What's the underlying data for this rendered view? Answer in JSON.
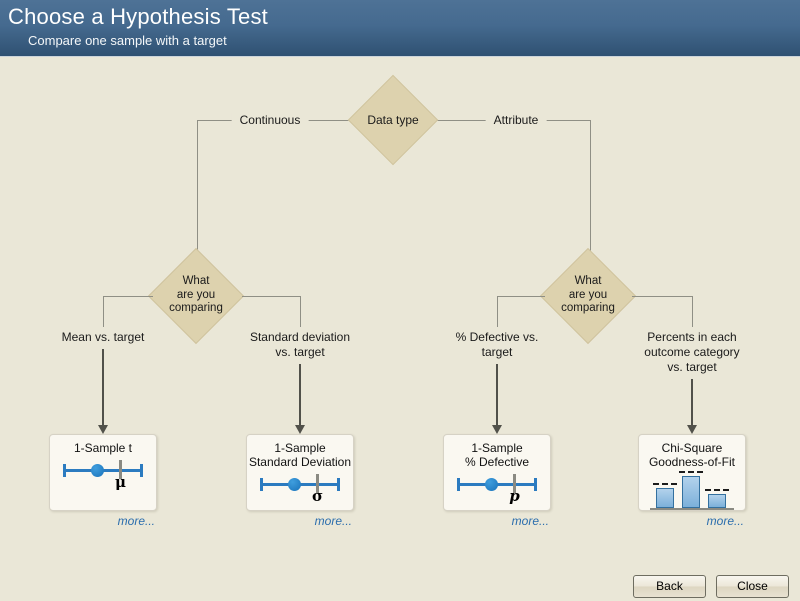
{
  "header": {
    "title": "Choose a Hypothesis Test",
    "subtitle": "Compare one sample with a target"
  },
  "tree": {
    "root_label": "Data type",
    "branch_labels": {
      "left": "Continuous",
      "right": "Attribute"
    },
    "decisions": [
      {
        "label": "What\nare you\ncomparing"
      },
      {
        "label": "What\nare you\ncomparing"
      }
    ],
    "more_label": "more...",
    "options": [
      {
        "label": "Mean vs. target",
        "card_title": "1-Sample t",
        "symbol": "μ",
        "icon": "interval-plot-icon"
      },
      {
        "label": "Standard deviation\nvs. target",
        "card_title": "1-Sample\nStandard Deviation",
        "symbol": "σ",
        "icon": "interval-plot-icon"
      },
      {
        "label": "% Defective vs.\ntarget",
        "card_title": "1-Sample\n% Defective",
        "symbol": "p",
        "icon": "interval-plot-icon"
      },
      {
        "label": "Percents in each\noutcome category\nvs. target",
        "card_title": "Chi-Square\nGoodness-of-Fit",
        "symbol": "",
        "icon": "bars-with-target-dashes-icon"
      }
    ]
  },
  "footer": {
    "back_label": "Back",
    "close_label": "Close"
  },
  "colors": {
    "background": "#eae7d7",
    "header_top": "#4e7296",
    "header_bottom": "#2f5172",
    "diamond_fill": "#ddd2ae",
    "connector_gray": "#8f8f85",
    "arrow_gray": "#51514a",
    "accent_blue": "#2b7bc0",
    "link_blue": "#2a6dad"
  }
}
